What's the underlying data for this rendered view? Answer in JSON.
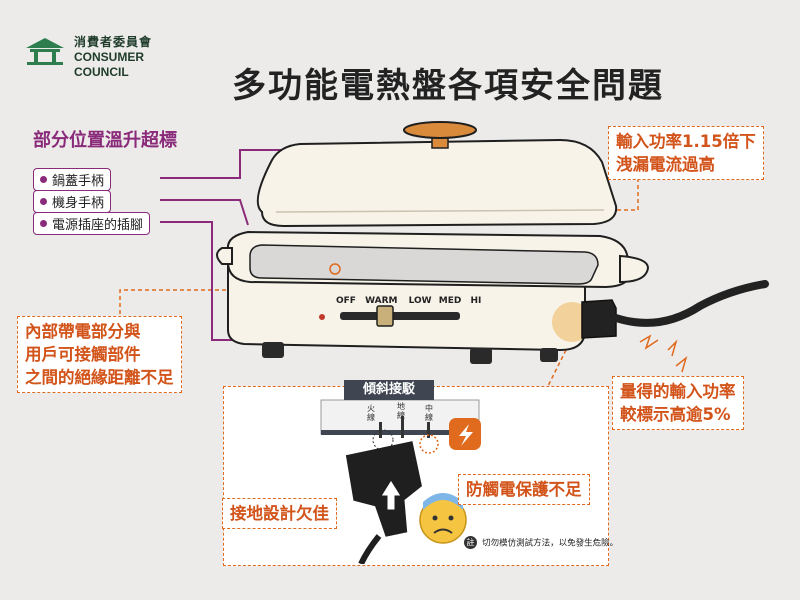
{
  "logo": {
    "name_zh": "消費者委員會",
    "name_en": "CONSUMER COUNCIL"
  },
  "title": "多功能電熱盤各項安全問題",
  "temperature": {
    "heading": "部分位置溫升超標",
    "items": [
      "鍋蓋手柄",
      "機身手柄",
      "電源插座的插腳"
    ]
  },
  "callouts": {
    "power_leak": [
      "輸入功率1.15倍下",
      "洩漏電流過高"
    ],
    "insulation": [
      "內部帶電部分與",
      "用戶可接觸部件",
      "之間的絕緣距離不足"
    ],
    "measured_power": [
      "量得的輸入功率",
      "較標示高逾5%"
    ],
    "shock_protection": "防觸電保護不足",
    "grounding": "接地設計欠佳"
  },
  "control_panel": {
    "labels": [
      "OFF",
      "WARM",
      "LOW",
      "MED",
      "HI"
    ]
  },
  "inset": {
    "title": "傾斜接駁",
    "wires": [
      "火線",
      "地線",
      "中線"
    ],
    "note_badge": "註",
    "note": "切勿模仿測試方法，以免發生危險。"
  },
  "colors": {
    "purple": "#8a2a7a",
    "orange": "#e06a1e",
    "pan_body": "#f7f3e9",
    "handle_knob": "#d98a3a"
  }
}
